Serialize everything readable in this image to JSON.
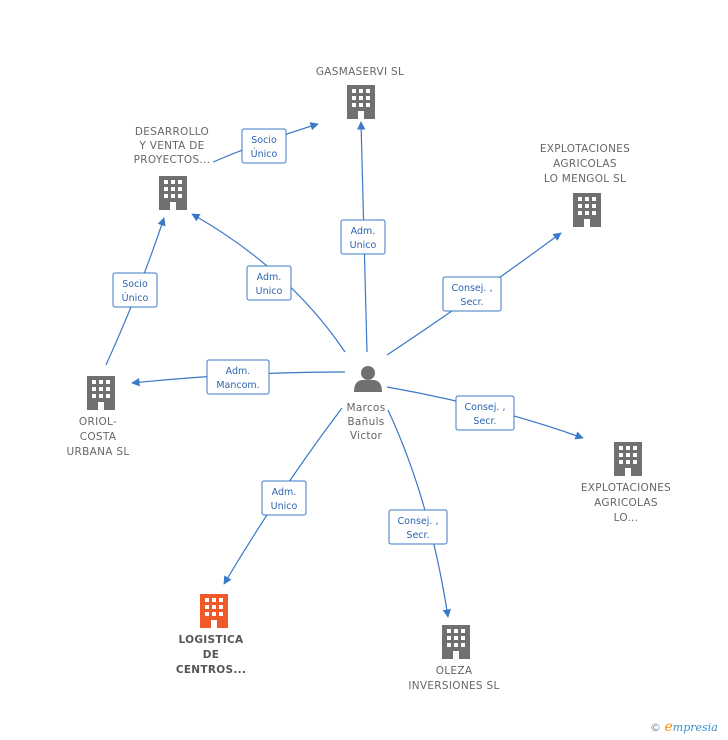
{
  "nodes": {
    "center": {
      "lines": [
        "Marcos",
        "Bañuls",
        "Victor"
      ],
      "icon": "person-icon"
    },
    "gasmaservi": {
      "lines": [
        "GASMASERVI SL"
      ],
      "icon": "building-icon"
    },
    "desarrollo": {
      "lines": [
        "DESARROLLO",
        "Y VENTA DE",
        "PROYECTOS..."
      ],
      "icon": "building-icon"
    },
    "explotaciones_mengol": {
      "lines": [
        "EXPLOTACIONES",
        "AGRICOLAS",
        "LO MENGOL SL"
      ],
      "icon": "building-icon"
    },
    "oriol": {
      "lines": [
        "ORIOL-",
        "COSTA",
        "URBANA  SL"
      ],
      "icon": "building-icon"
    },
    "explotaciones_lo": {
      "lines": [
        "EXPLOTACIONES",
        "AGRICOLAS",
        "LO..."
      ],
      "icon": "building-icon"
    },
    "logistica": {
      "lines": [
        "LOGISTICA",
        "DE",
        "CENTROS..."
      ],
      "icon": "building-icon",
      "highlight": true
    },
    "oleza": {
      "lines": [
        "OLEZA",
        "INVERSIONES SL"
      ],
      "icon": "building-icon"
    }
  },
  "edges": {
    "center_gasmaservi": [
      "Adm.",
      "Unico"
    ],
    "desarrollo_gasmaservi": [
      "Socio",
      "Único"
    ],
    "center_desarrollo": [
      "Adm.",
      "Unico"
    ],
    "oriol_desarrollo": [
      "Socio",
      "Único"
    ],
    "center_mengol": [
      "Consej. ,",
      "Secr."
    ],
    "center_oriol": [
      "Adm.",
      "Mancom."
    ],
    "center_explotaciones_lo": [
      "Consej. ,",
      "Secr."
    ],
    "center_logistica": [
      "Adm.",
      "Unico"
    ],
    "center_oleza": [
      "Consej. ,",
      "Secr."
    ]
  },
  "colors": {
    "building": "#707070",
    "building_highlight": "#f05a28",
    "edge": "#3a78c8",
    "person": "#707070"
  },
  "footer": {
    "copyright": "©",
    "brand_initial": "e",
    "brand_rest": "mpresia"
  }
}
